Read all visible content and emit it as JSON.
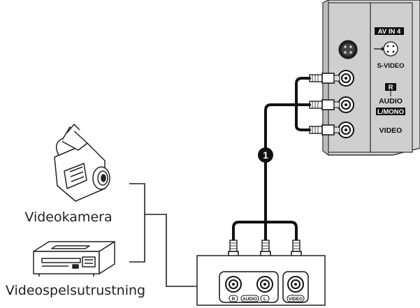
{
  "tv_panel": {
    "section_label": "AV IN 4",
    "svideo_label": "S-VIDEO",
    "audio_r_label": "R",
    "audio_label": "AUDIO",
    "lmono_label": "L/MONO",
    "video_label": "VIDEO"
  },
  "source_box": {
    "r_label": "R",
    "audio_label": "AUDIO",
    "l_label": "L",
    "video_label": "VIDEO"
  },
  "devices": {
    "camcorder_label": "Videokamera",
    "vcr_label": "Videospelsutrustning"
  },
  "step": {
    "number": "1"
  },
  "icons": [
    "camcorder-icon",
    "video-game-console-icon",
    "rca-jack-icon",
    "svideo-jack-icon",
    "rca-plug-icon"
  ]
}
